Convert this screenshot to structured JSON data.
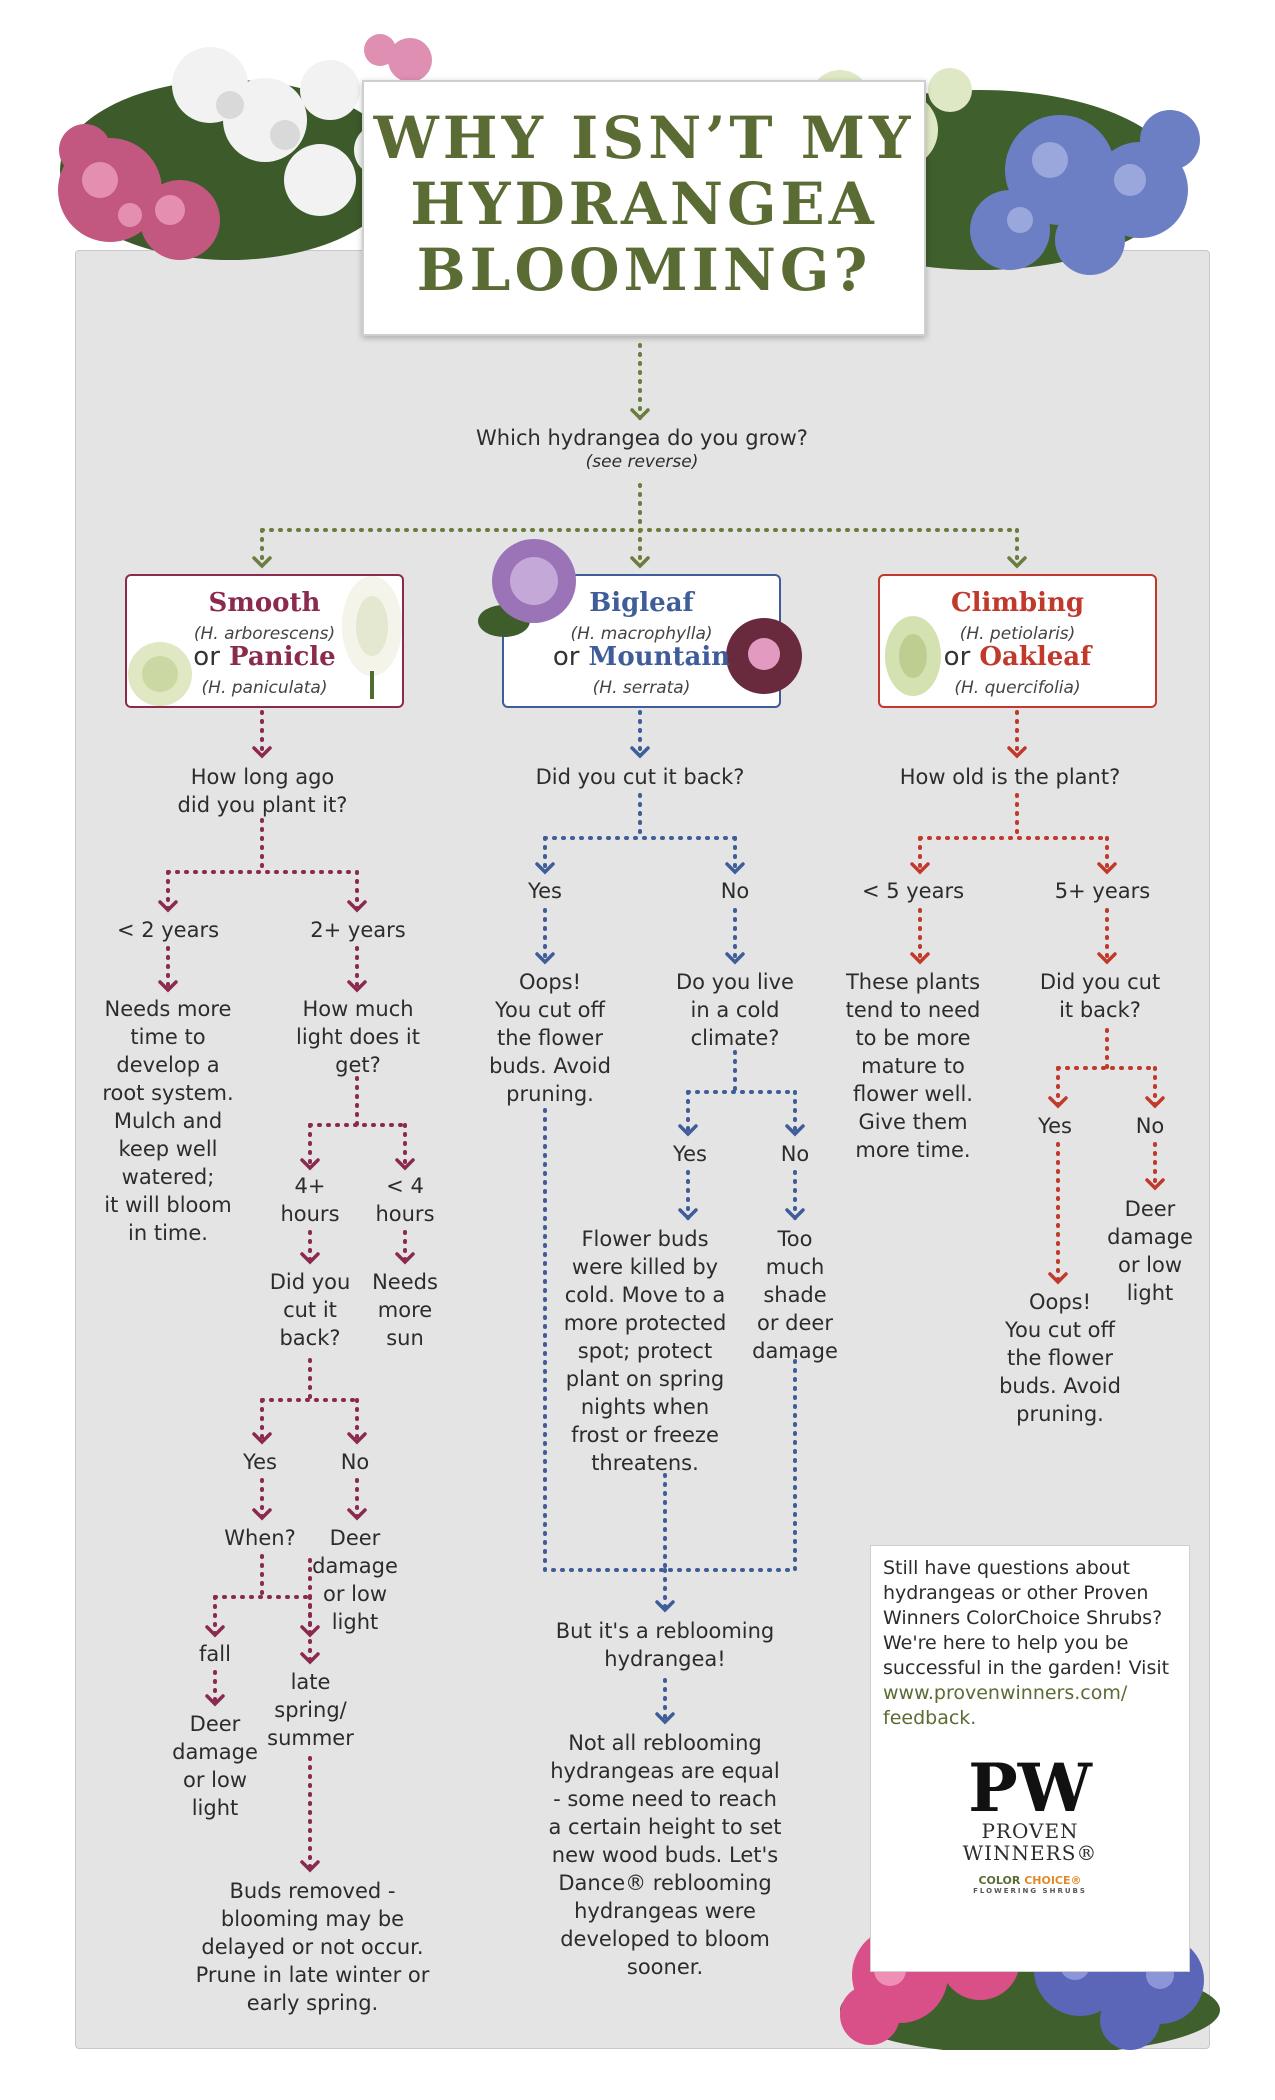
{
  "title": {
    "line1": "WHY ISN’T MY",
    "line2": "HYDRANGEA",
    "line3": "BLOOMING?"
  },
  "root": {
    "question": "Which hydrangea do you grow?",
    "note": "(see reverse)"
  },
  "colors": {
    "green": "#6b7d3e",
    "maroon": "#8b2a4f",
    "blue": "#3f5d99",
    "red": "#c0392b",
    "title": "#5a6b34"
  },
  "smooth": {
    "name1": "Smooth",
    "sci1": "(H. arborescens)",
    "or": "or",
    "name2": "Panicle",
    "sci2": "(H. paniculata)",
    "q1_l1": "How long ago",
    "q1_l2": "did you plant it?",
    "lt2": "< 2 years",
    "gt2": "2+ years",
    "lt2_ans": [
      "Needs more",
      "time to",
      "develop a",
      "root system.",
      "Mulch and",
      "keep well",
      "watered;",
      "it will bloom",
      "in time."
    ],
    "light_q": [
      "How much",
      "light does it",
      "get?"
    ],
    "h4": [
      "4+",
      "hours"
    ],
    "lt4": [
      "< 4",
      "hours"
    ],
    "cut_q": [
      "Did you",
      "cut it",
      "back?"
    ],
    "more_sun": [
      "Needs",
      "more",
      "sun"
    ],
    "yes": "Yes",
    "no": "No",
    "when": "When?",
    "deer1": [
      "Deer",
      "damage",
      "or low",
      "light"
    ],
    "fall": "fall",
    "late": [
      "late",
      "spring/",
      "summer"
    ],
    "deer2": [
      "Deer",
      "damage",
      "or low",
      "light"
    ],
    "buds": [
      "Buds removed -",
      "blooming may be",
      "delayed or not occur.",
      "Prune in late winter or",
      "early spring."
    ]
  },
  "bigleaf": {
    "name1": "Bigleaf",
    "sci1": "(H. macrophylla)",
    "or": "or",
    "name2": "Mountain",
    "sci2": "(H. serrata)",
    "cut_q": "Did you cut it back?",
    "yes": "Yes",
    "no": "No",
    "oops": [
      "Oops!",
      "You cut off",
      "the flower",
      "buds. Avoid",
      "pruning."
    ],
    "cold_q": [
      "Do you live",
      "in a cold",
      "climate?"
    ],
    "yes2": "Yes",
    "no2": "No",
    "killed": [
      "Flower buds",
      "were killed by",
      "cold. Move to a",
      "more protected",
      "spot; protect",
      "plant on spring",
      "nights when",
      "frost or freeze",
      "threatens."
    ],
    "shade": [
      "Too",
      "much",
      "shade",
      "or deer",
      "damage"
    ],
    "rebloom": [
      "But it's a reblooming",
      "hydrangea!"
    ],
    "notall": [
      "Not all reblooming",
      "hydrangeas are equal",
      "- some need to reach",
      "a certain height to set",
      "new wood buds. Let's",
      "Dance® reblooming",
      "hydrangeas were",
      "developed to bloom",
      "sooner."
    ]
  },
  "climbing": {
    "name1": "Climbing",
    "sci1": "(H. petiolaris)",
    "or": "or",
    "name2": "Oakleaf",
    "sci2": "(H. quercifolia)",
    "age_q": "How old is the plant?",
    "lt5": "< 5 years",
    "gt5": "5+ years",
    "mature": [
      "These plants",
      "tend to need",
      "to be more",
      "mature to",
      "flower well.",
      "Give them",
      "more time."
    ],
    "cut_q": [
      "Did you cut",
      "it back?"
    ],
    "yes": "Yes",
    "no": "No",
    "oops": [
      "Oops!",
      "You cut off",
      "the flower",
      "buds. Avoid",
      "pruning."
    ],
    "deer": [
      "Deer",
      "damage",
      "or low",
      "light"
    ]
  },
  "help": {
    "lines": [
      "Still have questions about",
      "hydrangeas or other Proven",
      "Winners ColorChoice Shrubs?",
      "We're here to help you be",
      "successful in the garden! Visit"
    ],
    "link": [
      "www.provenwinners.com/",
      "feedback."
    ],
    "logo_mark": "PW",
    "logo_l1": "PROVEN",
    "logo_l2": "WINNERS®",
    "cc1": "COLOR",
    "cc2": "CHOICE®",
    "cc3": "FLOWERING SHRUBS"
  }
}
